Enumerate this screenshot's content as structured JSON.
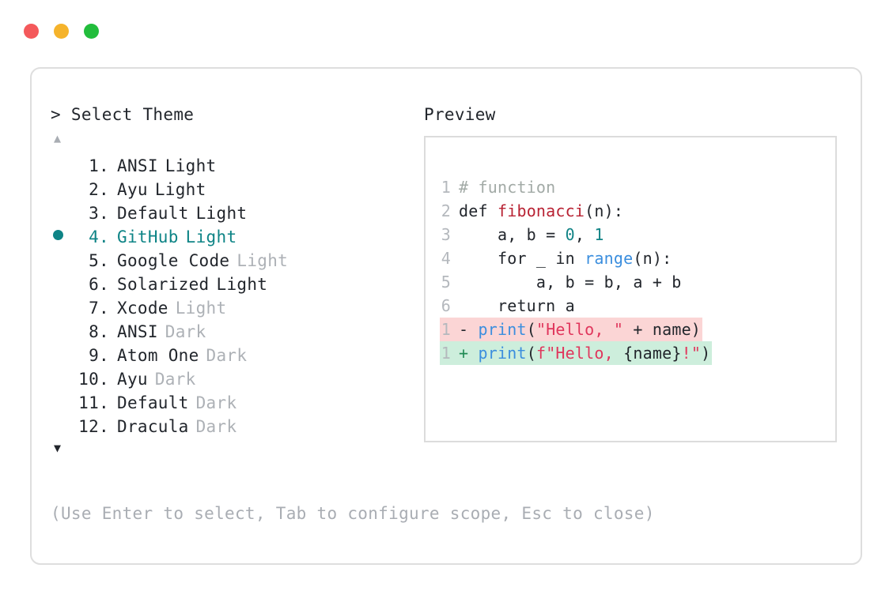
{
  "window": {
    "traffic_lights": [
      {
        "name": "close",
        "color": "#F4595B"
      },
      {
        "name": "minimize",
        "color": "#F5B32B"
      },
      {
        "name": "maximize",
        "color": "#22BD3C"
      }
    ]
  },
  "left_pane": {
    "title": "> Select Theme",
    "scroll_up_icon": "▲",
    "scroll_down_icon": "▼",
    "selected_index": 4,
    "selected_bullet": "●",
    "items": [
      {
        "index": " 1.",
        "name": "ANSI",
        "variant": "Light",
        "variant_muted": false,
        "selected": false
      },
      {
        "index": " 2.",
        "name": "Ayu",
        "variant": "Light",
        "variant_muted": false,
        "selected": false
      },
      {
        "index": " 3.",
        "name": "Default",
        "variant": "Light",
        "variant_muted": false,
        "selected": false
      },
      {
        "index": " 4.",
        "name": "GitHub",
        "variant": "Light",
        "variant_muted": false,
        "selected": true
      },
      {
        "index": " 5.",
        "name": "Google Code",
        "variant": "Light",
        "variant_muted": true,
        "selected": false
      },
      {
        "index": " 6.",
        "name": "Solarized",
        "variant": "Light",
        "variant_muted": false,
        "selected": false
      },
      {
        "index": " 7.",
        "name": "Xcode",
        "variant": "Light",
        "variant_muted": true,
        "selected": false
      },
      {
        "index": " 8.",
        "name": "ANSI",
        "variant": "Dark",
        "variant_muted": true,
        "selected": false
      },
      {
        "index": " 9.",
        "name": "Atom One",
        "variant": "Dark",
        "variant_muted": true,
        "selected": false
      },
      {
        "index": "10.",
        "name": "Ayu",
        "variant": "Dark",
        "variant_muted": true,
        "selected": false
      },
      {
        "index": "11.",
        "name": "Default",
        "variant": "Dark",
        "variant_muted": true,
        "selected": false
      },
      {
        "index": "12.",
        "name": "Dracula",
        "variant": "Dark",
        "variant_muted": true,
        "selected": false
      }
    ],
    "hint": "(Use Enter to select, Tab to configure scope, Esc to close)"
  },
  "right_pane": {
    "title": "Preview",
    "code_lines": [
      {
        "n": "1",
        "tokens": [
          {
            "t": "# function",
            "k": "comment"
          }
        ]
      },
      {
        "n": "2",
        "tokens": [
          {
            "t": "def ",
            "k": "kw"
          },
          {
            "t": "fibonacci",
            "k": "fn"
          },
          {
            "t": "(n):",
            "k": "punct"
          }
        ]
      },
      {
        "n": "3",
        "tokens": [
          {
            "t": "    a, b = ",
            "k": "plain"
          },
          {
            "t": "0",
            "k": "num"
          },
          {
            "t": ", ",
            "k": "plain"
          },
          {
            "t": "1",
            "k": "num"
          }
        ]
      },
      {
        "n": "4",
        "tokens": [
          {
            "t": "    for _ in ",
            "k": "plain"
          },
          {
            "t": "range",
            "k": "builtin"
          },
          {
            "t": "(n):",
            "k": "punct"
          }
        ]
      },
      {
        "n": "5",
        "tokens": [
          {
            "t": "        a, b = b, a + b",
            "k": "plain"
          }
        ]
      },
      {
        "n": "6",
        "tokens": [
          {
            "t": "    return a",
            "k": "plain"
          }
        ]
      }
    ],
    "diff_lines": [
      {
        "n": "1",
        "type": "del",
        "sign": "-",
        "tokens": [
          {
            "t": "print",
            "k": "builtin"
          },
          {
            "t": "(",
            "k": "punct"
          },
          {
            "t": "\"Hello, \"",
            "k": "str"
          },
          {
            "t": " + name)",
            "k": "plain"
          }
        ]
      },
      {
        "n": "1",
        "type": "add",
        "sign": "+",
        "tokens": [
          {
            "t": "print",
            "k": "builtin"
          },
          {
            "t": "(",
            "k": "punct"
          },
          {
            "t": "f\"Hello, ",
            "k": "str"
          },
          {
            "t": "{name}",
            "k": "plain"
          },
          {
            "t": "!\"",
            "k": "str"
          },
          {
            "t": ")",
            "k": "punct"
          }
        ]
      }
    ]
  },
  "colors": {
    "accent_teal": "#0e8486",
    "diff_del_bg": "#fbd5d5",
    "diff_add_bg": "#cdeedc",
    "muted_text": "#a9adb3",
    "body_text": "#22262c"
  }
}
